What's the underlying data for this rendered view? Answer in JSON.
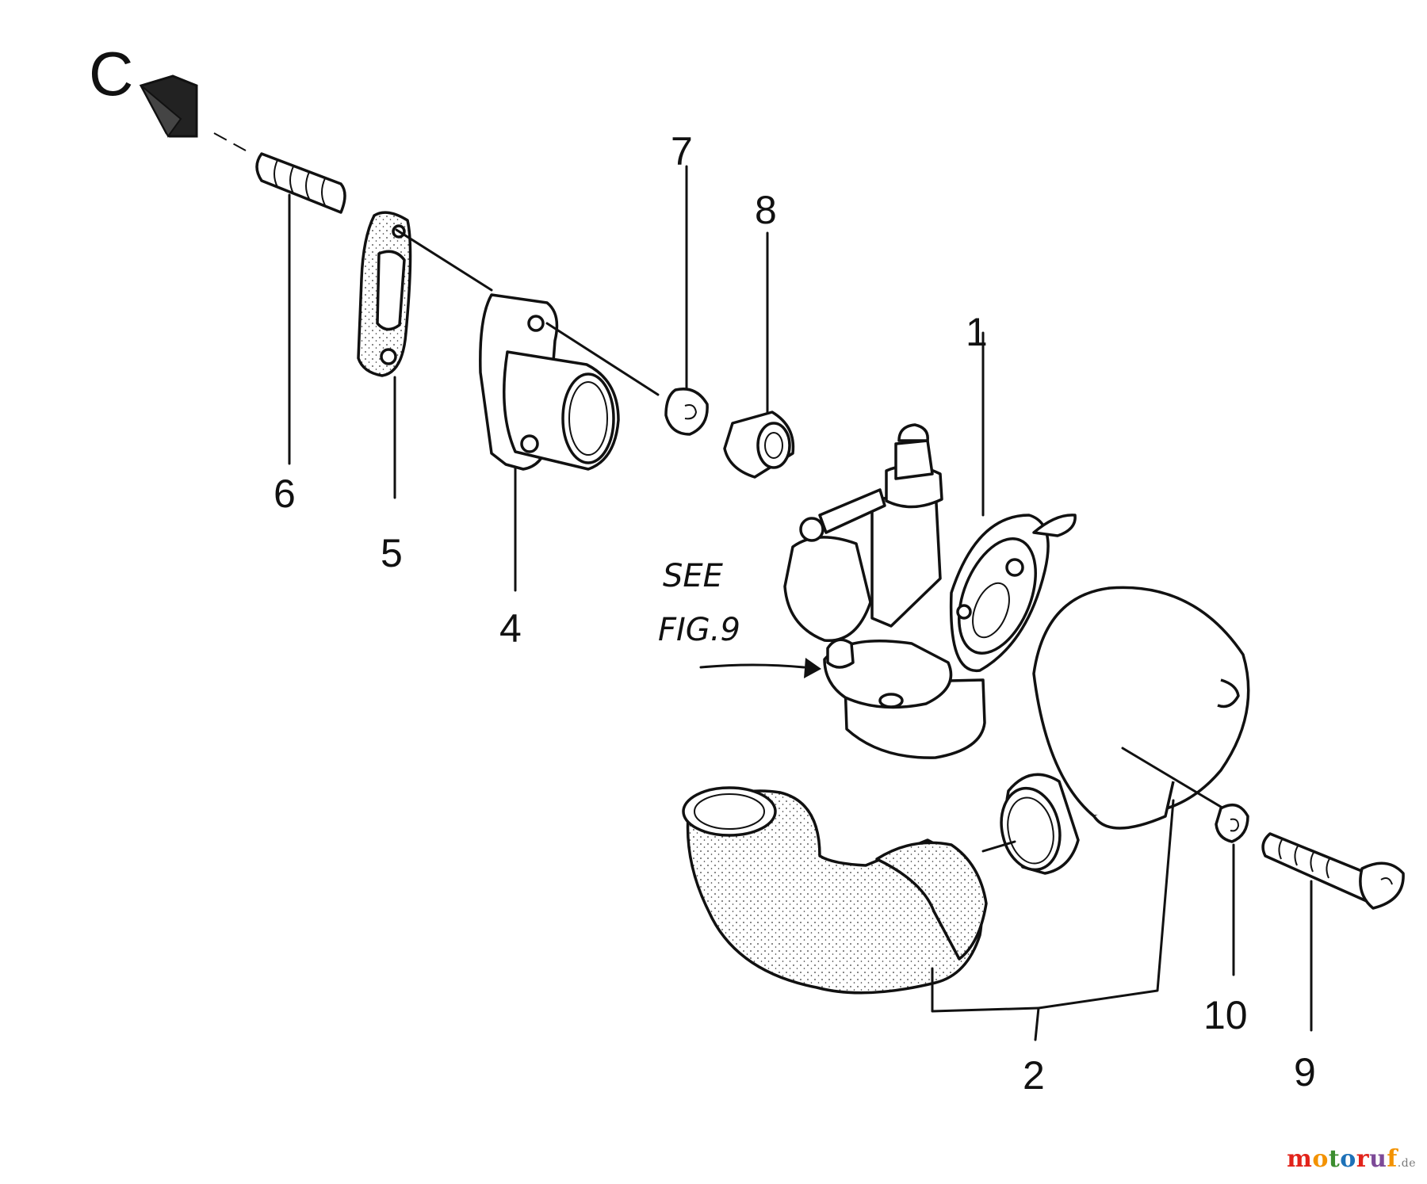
{
  "section_marker": "C",
  "note": {
    "line1": "SEE",
    "line2": "FIG.9"
  },
  "callouts": [
    {
      "id": "callout-1",
      "text": "1"
    },
    {
      "id": "callout-2",
      "text": "2"
    },
    {
      "id": "callout-4",
      "text": "4"
    },
    {
      "id": "callout-5",
      "text": "5"
    },
    {
      "id": "callout-6",
      "text": "6"
    },
    {
      "id": "callout-7",
      "text": "7"
    },
    {
      "id": "callout-8",
      "text": "8"
    },
    {
      "id": "callout-9",
      "text": "9"
    },
    {
      "id": "callout-10",
      "text": "10"
    }
  ],
  "watermark": {
    "text": "motoruf",
    "suffix": ".de",
    "letter_colors": [
      "#e2231a",
      "#f39200",
      "#3c8d2f",
      "#1d71b8",
      "#e2231a",
      "#7d4a98",
      "#f39200"
    ]
  }
}
